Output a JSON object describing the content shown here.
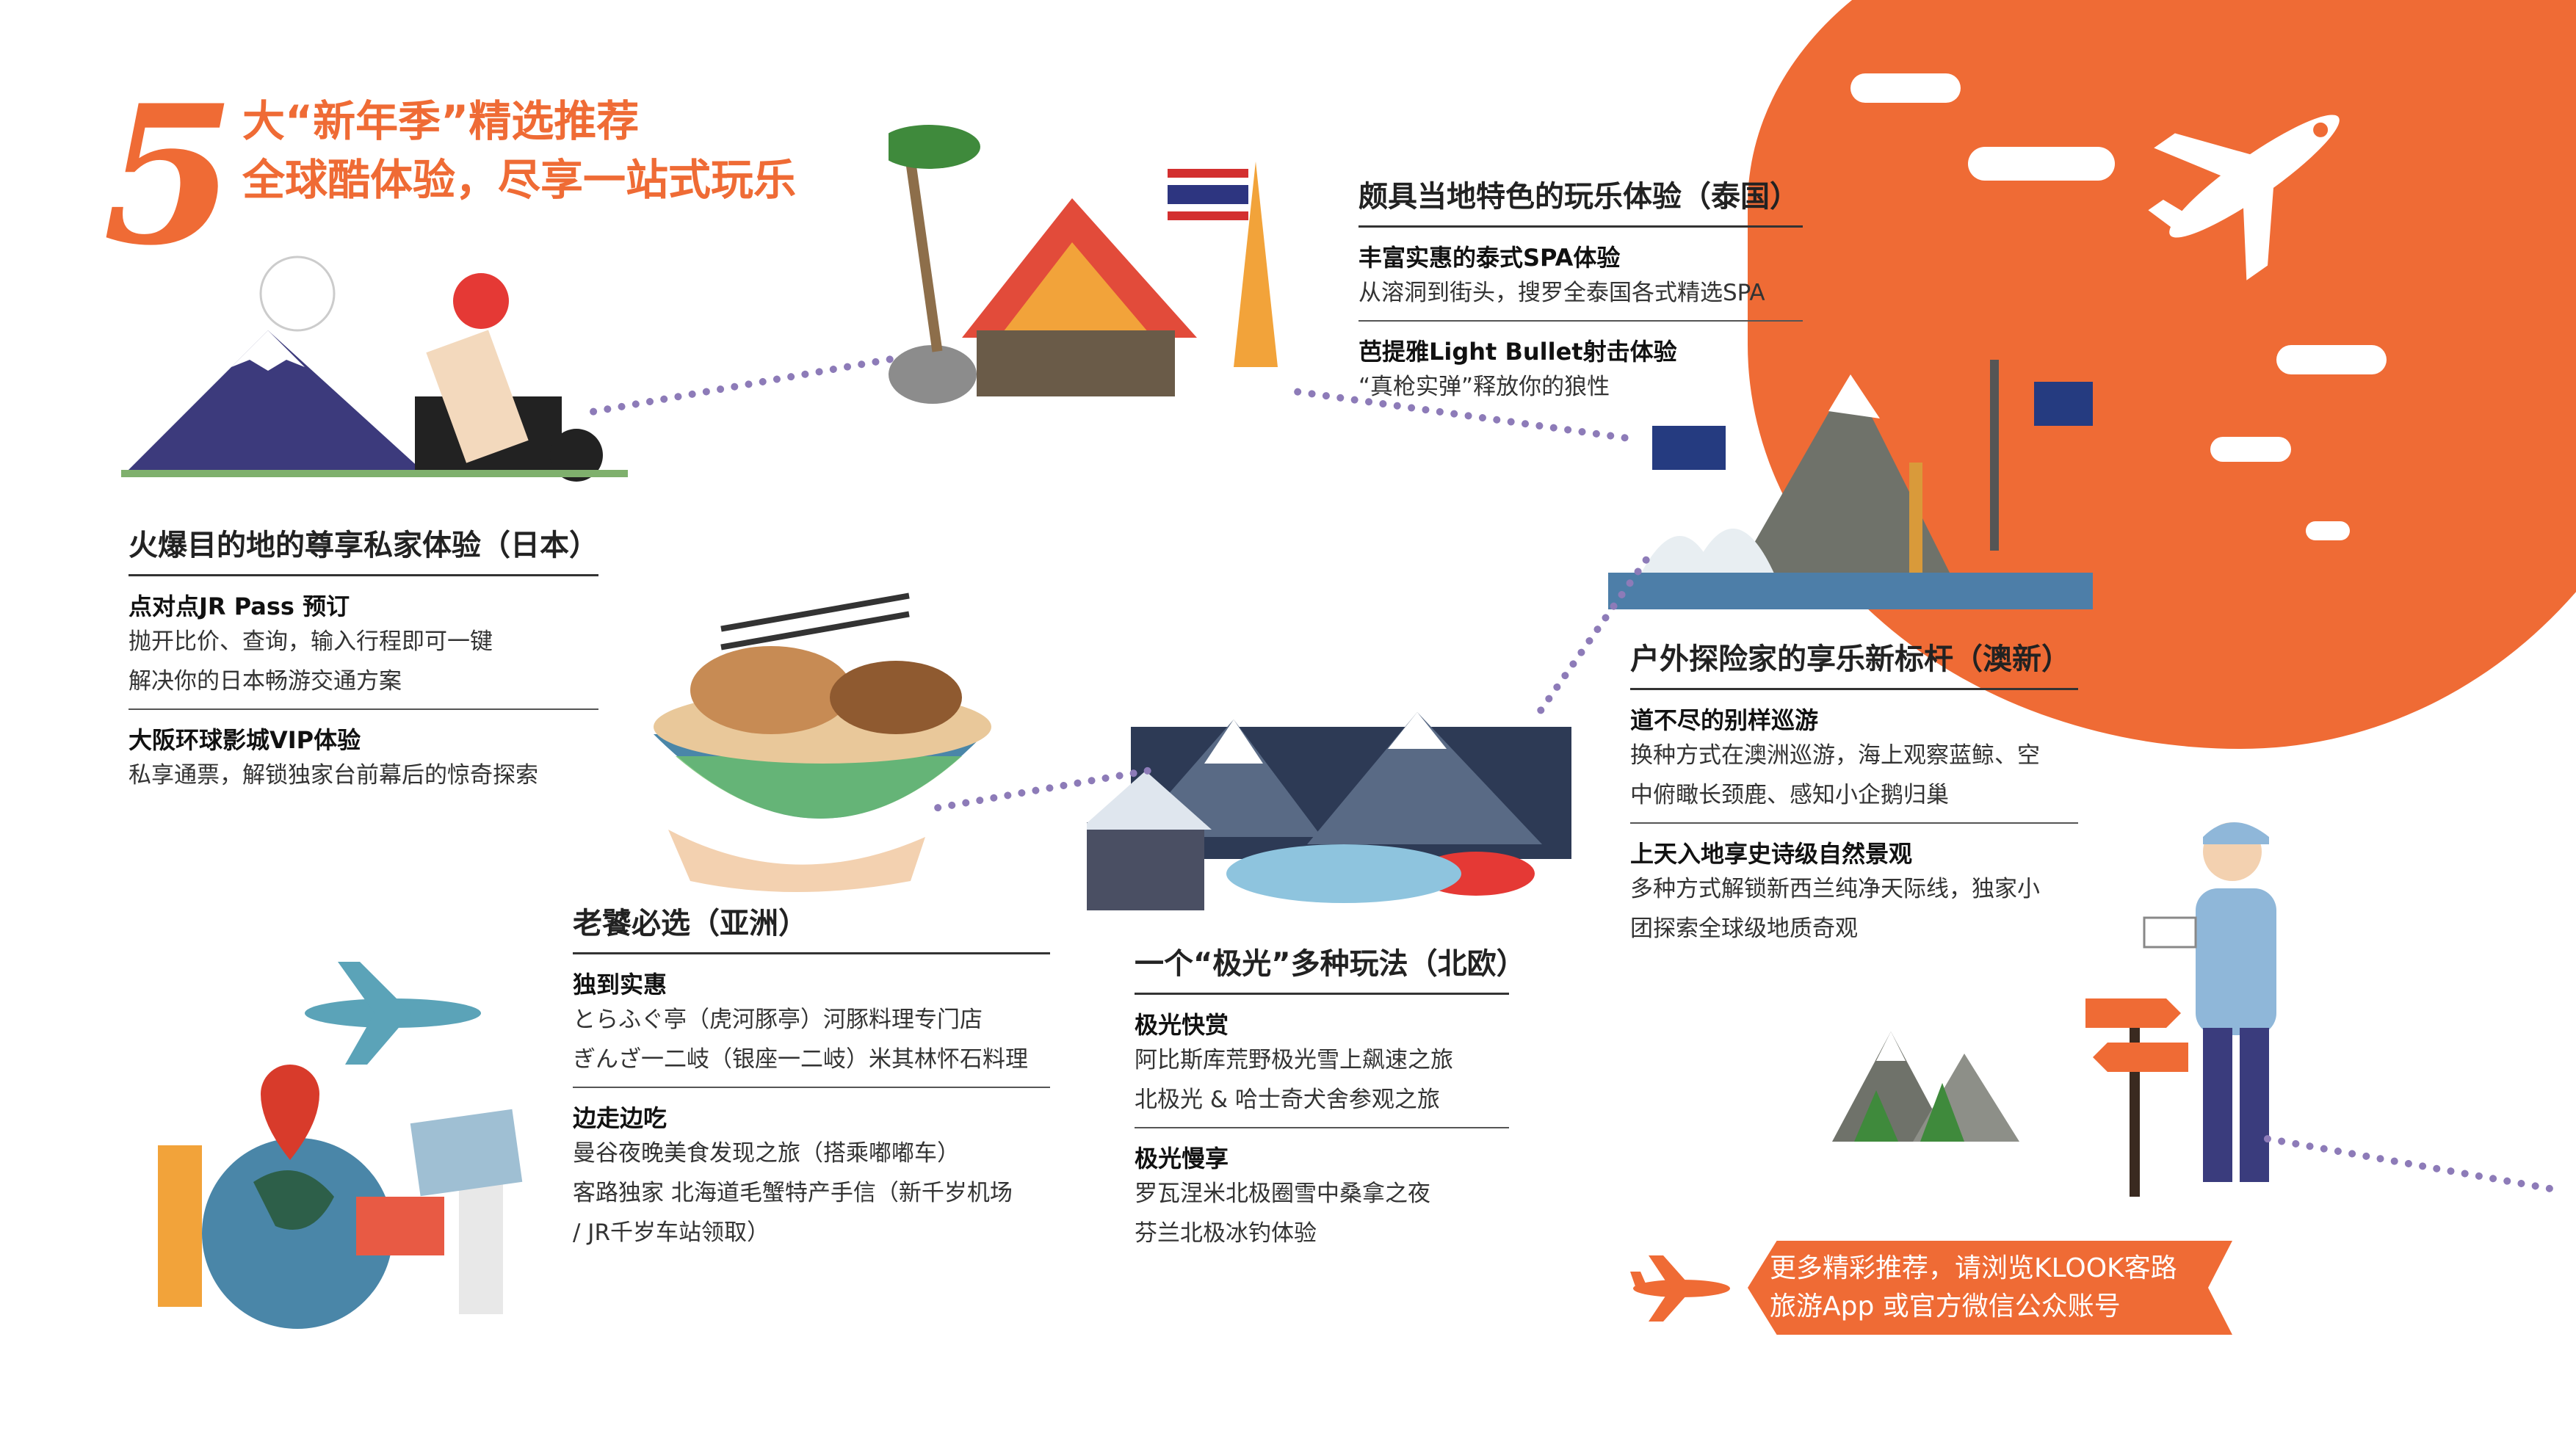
{
  "header": {
    "number": "5",
    "line1": "大“新年季”精选推荐",
    "line2": "全球酷体验，尽享一站式玩乐"
  },
  "japan": {
    "title": "火爆目的地的尊享私家体验（日本）",
    "items": [
      {
        "title": "点对点JR Pass 预订",
        "desc": [
          "抛开比价、查询，输入行程即可一键",
          "解决你的日本畅游交通方案"
        ]
      },
      {
        "title": "大阪环球影城VIP体验",
        "desc": [
          "私享通票，解锁独家台前幕后的惊奇探索"
        ]
      }
    ]
  },
  "thailand": {
    "title": "颇具当地特色的玩乐体验（泰国）",
    "items": [
      {
        "title": "丰富实惠的泰式SPA体验",
        "desc": [
          "从溶洞到街头，搜罗全泰国各式精选SPA"
        ]
      },
      {
        "title": "芭提雅Light Bullet射击体验",
        "desc": [
          "“真枪实弹”释放你的狼性"
        ]
      }
    ]
  },
  "asia": {
    "title": "老饕必选（亚洲）",
    "items": [
      {
        "title": "独到实惠",
        "desc": [
          "とらふぐ亭（虎河豚亭）河豚料理专门店",
          "ぎんざ一二岐（银座一二岐）米其林怀石料理"
        ]
      },
      {
        "title": "边走边吃",
        "desc": [
          "曼谷夜晚美食发现之旅（搭乘嘟嘟车）",
          "客路独家 北海道毛蟹特产手信（新千岁机场",
          "/ JR千岁车站领取）"
        ]
      }
    ]
  },
  "nordic": {
    "title": "一个“极光”多种玩法（北欧）",
    "items": [
      {
        "title": "极光快赏",
        "desc": [
          "阿比斯库荒野极光雪上飙速之旅",
          "北极光 & 哈士奇犬舍参观之旅"
        ]
      },
      {
        "title": "极光慢享",
        "desc": [
          "罗瓦涅米北极圈雪中桑拿之夜",
          "芬兰北极冰钓体验"
        ]
      }
    ]
  },
  "anz": {
    "title": "户外探险家的享乐新标杆（澳新）",
    "items": [
      {
        "title": "道不尽的别样巡游",
        "desc": [
          "换种方式在澳洲巡游，海上观察蓝鲸、空",
          "中俯瞰长颈鹿、感知小企鹅归巢"
        ]
      },
      {
        "title": "上天入地享史诗级自然景观",
        "desc": [
          "多种方式解锁新西兰纯净天际线，独家小",
          "团探索全球级地质奇观"
        ]
      }
    ]
  },
  "cta": {
    "line1": "更多精彩推荐，请浏览KLOOK客路",
    "line2": "旅游App 或官方微信公众账号"
  },
  "colors": {
    "accent": "#ef6b35",
    "footprint": "#8d7bb8"
  }
}
